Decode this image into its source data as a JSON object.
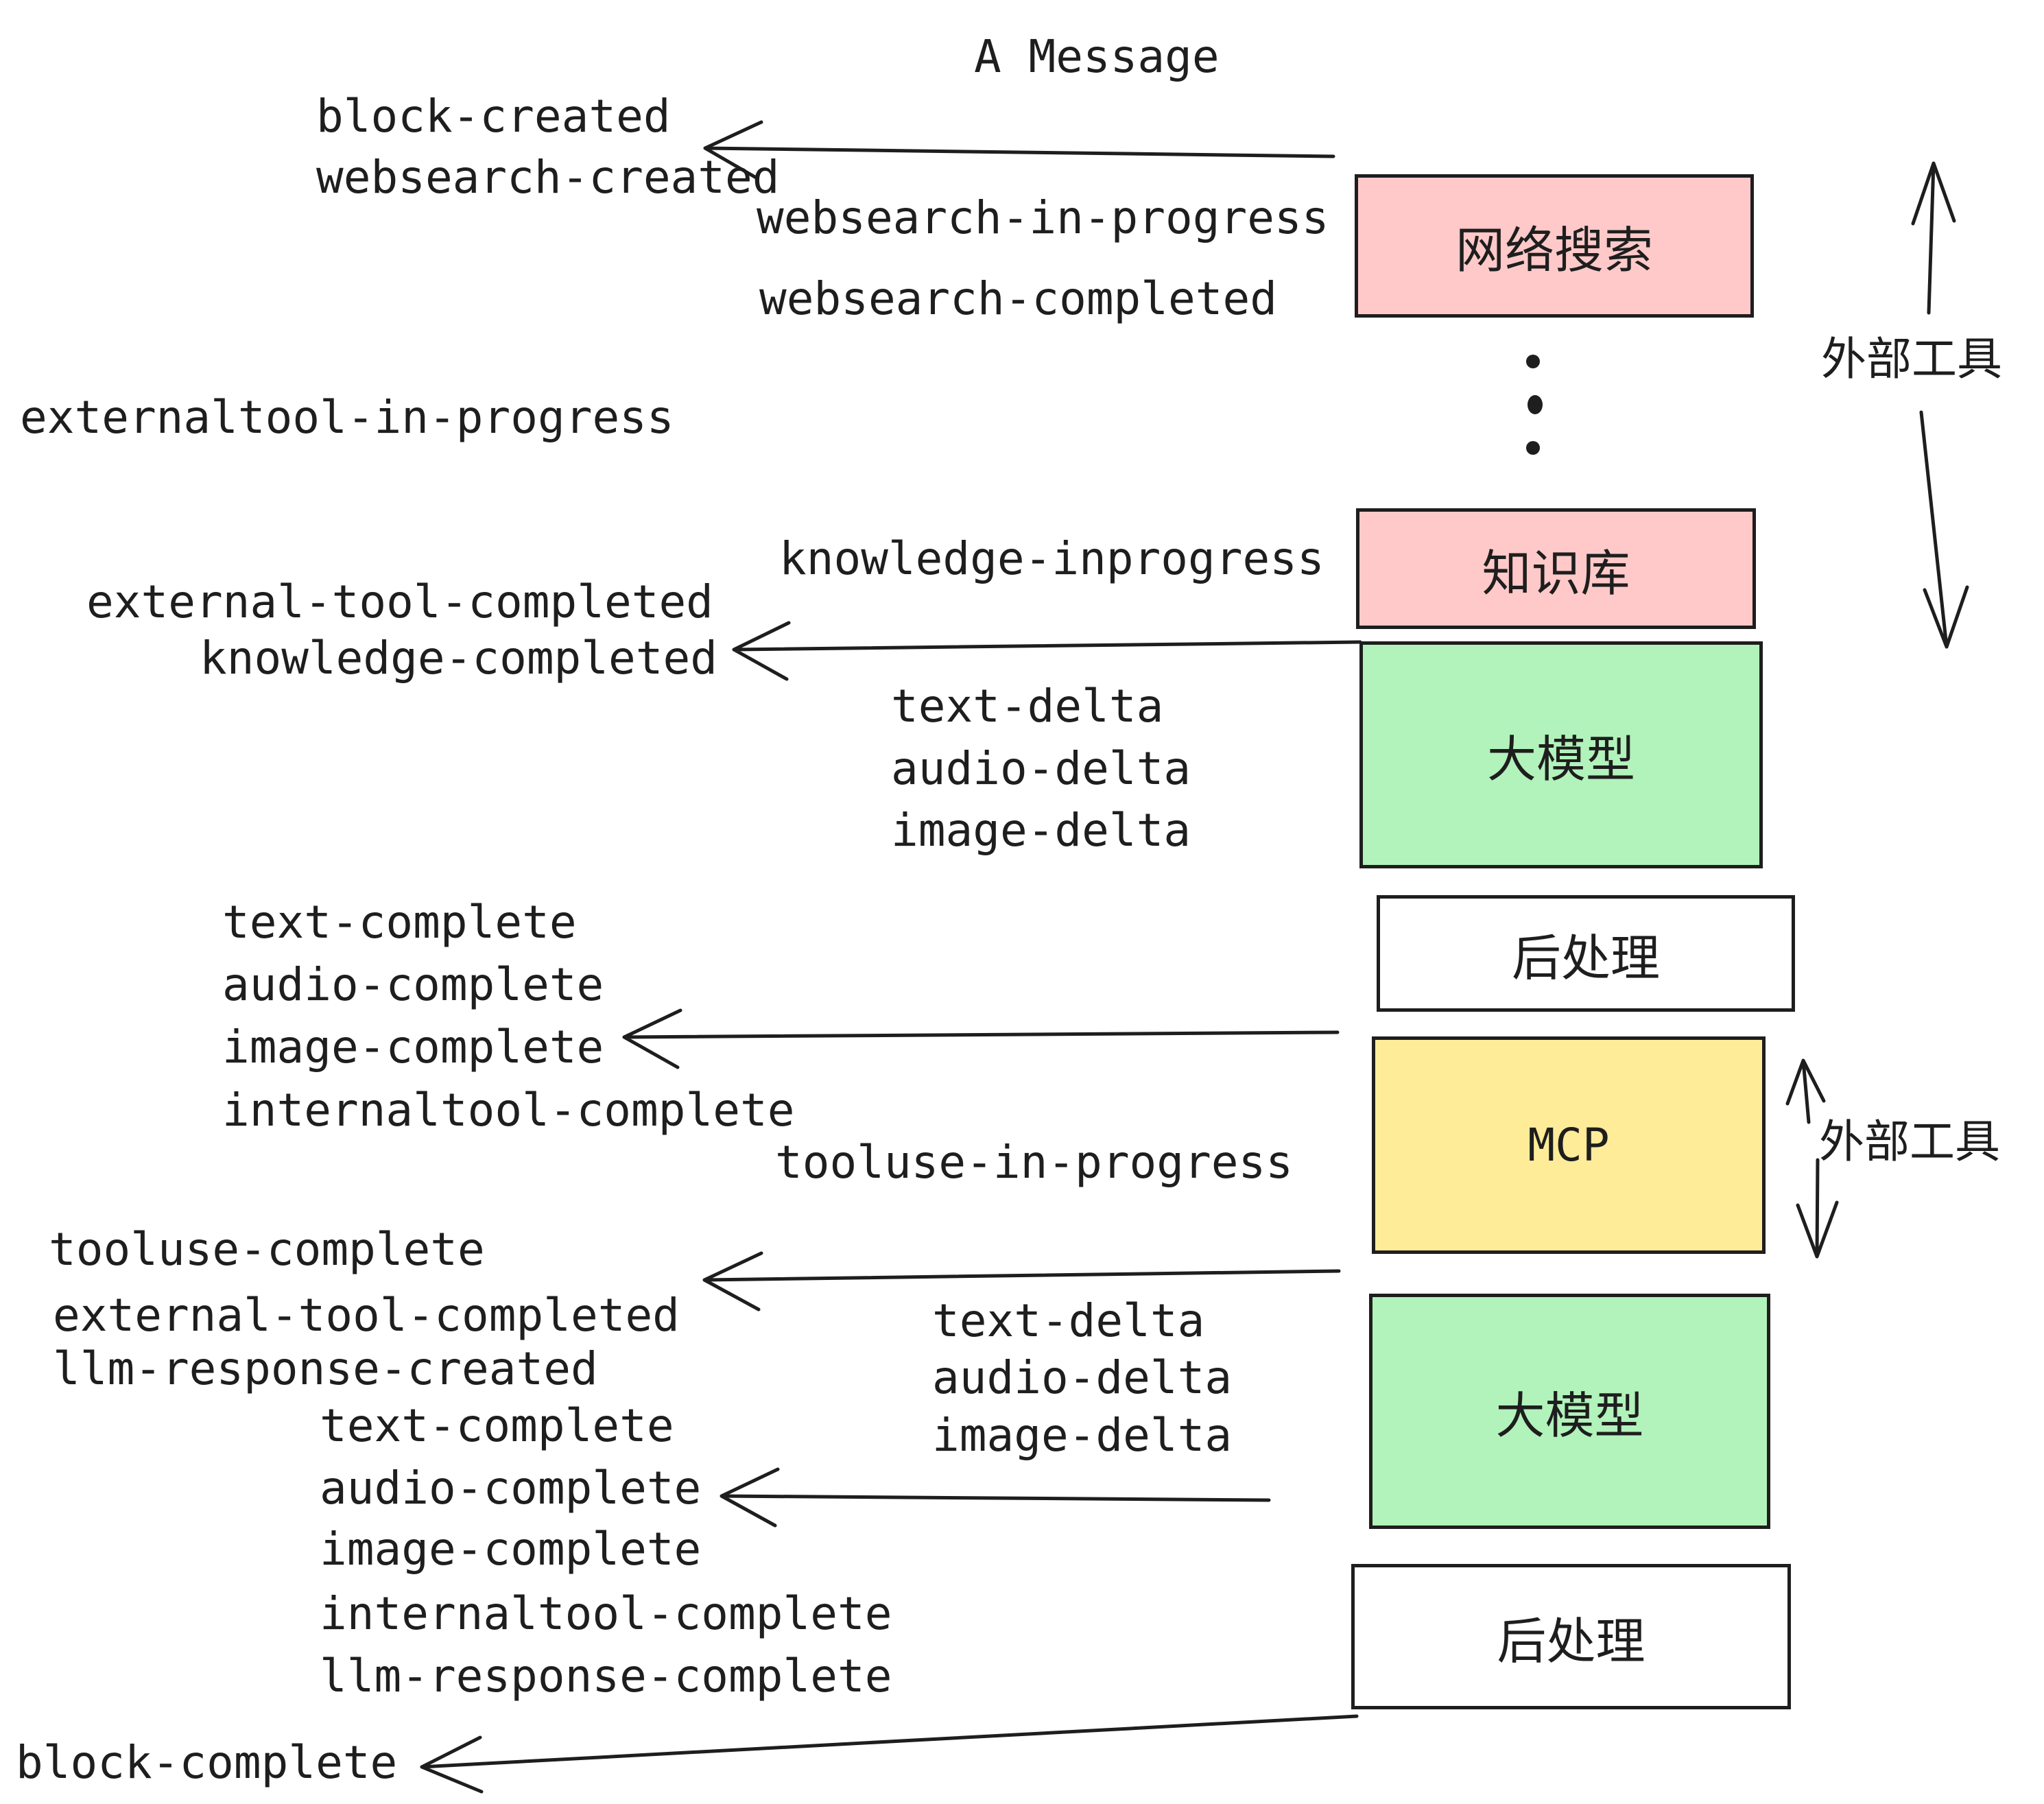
{
  "title": "A Message",
  "colors": {
    "stroke": "#1e1e1e",
    "background": "#ffffff",
    "box_pink": "#ffc9c9",
    "box_green": "#b2f2bb",
    "box_yellow": "#ffec99",
    "box_white": "#ffffff"
  },
  "boxes": [
    {
      "label": "网络搜索",
      "color": "#ffc9c9"
    },
    {
      "label": "知识库",
      "color": "#ffc9c9"
    },
    {
      "label": "大模型",
      "color": "#b2f2bb"
    },
    {
      "label": "后处理",
      "color": "#ffffff"
    },
    {
      "label": "MCP",
      "color": "#ffec99"
    },
    {
      "label": "大模型",
      "color": "#b2f2bb"
    },
    {
      "label": "后处理",
      "color": "#ffffff"
    }
  ],
  "annotations": [
    {
      "label": "外部工具"
    },
    {
      "label": "外部工具"
    }
  ],
  "events": [
    {
      "text": "block-created"
    },
    {
      "text": "websearch-created"
    },
    {
      "text": "websearch-in-progress"
    },
    {
      "text": "websearch-completed"
    },
    {
      "text": "externaltool-in-progress"
    },
    {
      "text": "knowledge-inprogress"
    },
    {
      "text": "external-tool-completed"
    },
    {
      "text": "knowledge-completed"
    },
    {
      "text": "text-delta"
    },
    {
      "text": "audio-delta"
    },
    {
      "text": "image-delta"
    },
    {
      "text": "text-complete"
    },
    {
      "text": "audio-complete"
    },
    {
      "text": "image-complete"
    },
    {
      "text": "internaltool-complete"
    },
    {
      "text": "tooluse-in-progress"
    },
    {
      "text": "tooluse-complete"
    },
    {
      "text": "external-tool-completed"
    },
    {
      "text": "llm-response-created"
    },
    {
      "text": "text-complete"
    },
    {
      "text": "audio-complete"
    },
    {
      "text": "image-complete"
    },
    {
      "text": "internaltool-complete"
    },
    {
      "text": "llm-response-complete"
    },
    {
      "text": "text-delta"
    },
    {
      "text": "audio-delta"
    },
    {
      "text": "image-delta"
    },
    {
      "text": "block-complete"
    }
  ]
}
